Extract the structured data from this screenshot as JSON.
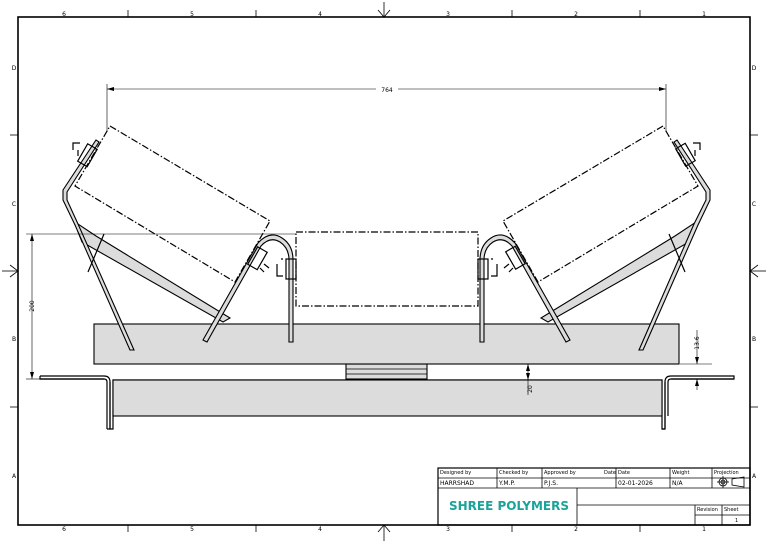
{
  "drawing": {
    "overall_width_dim": "764",
    "height_dim": "200",
    "gap_dim": "13.6",
    "clearance_dim": "20"
  },
  "border": {
    "top_zones": [
      "6",
      "5",
      "4",
      "3",
      "2",
      "1"
    ],
    "bottom_zones": [
      "6",
      "5",
      "4",
      "3",
      "2",
      "1"
    ],
    "left_zones": [
      "D",
      "C",
      "B",
      "A"
    ],
    "right_zones": [
      "D",
      "C",
      "B",
      "A"
    ]
  },
  "title_block": {
    "designed_by_label": "Designed by",
    "designed_by": "HARRSHAD",
    "checked_by_label": "Checked by",
    "checked_by": "Y.M.P.",
    "approved_by_label": "Approved by",
    "approved_by": "P.J.S.",
    "date_label_1": "Date",
    "date_label_2": "Date",
    "date": "02-01-2026",
    "weight_label": "Weight",
    "weight": "N/A",
    "projection_label": "Projection",
    "company": "SHREE POLYMERS",
    "revision_label": "Revision",
    "sheet_label": "Sheet",
    "sheet": "1"
  }
}
